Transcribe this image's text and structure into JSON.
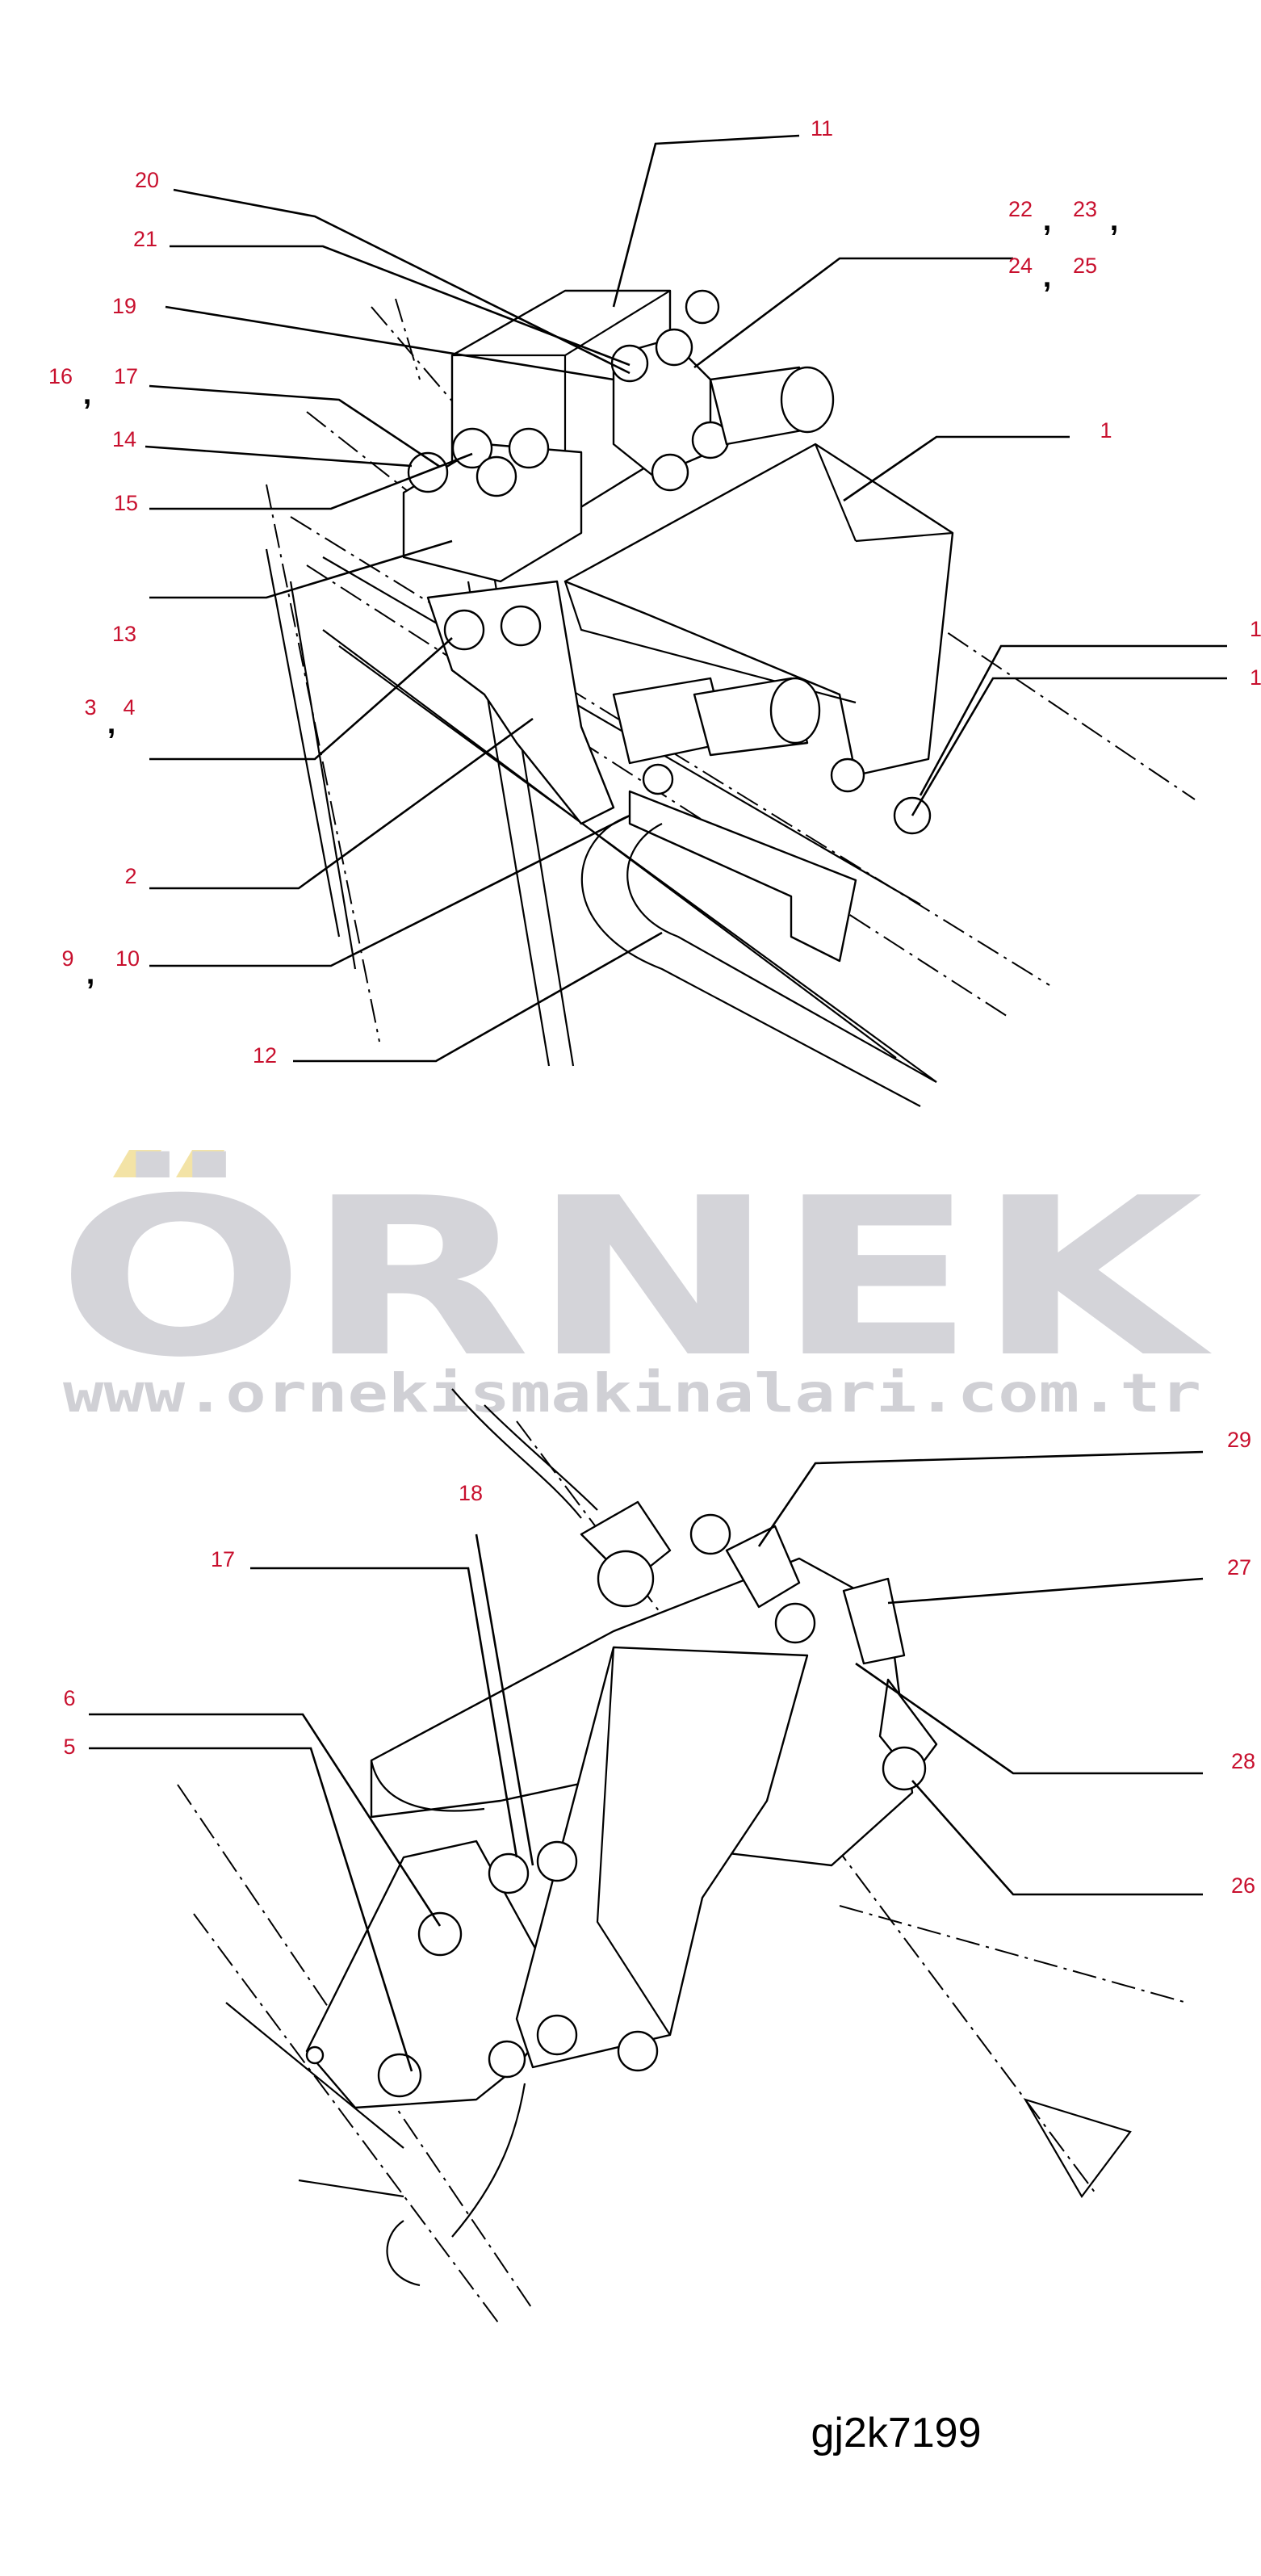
{
  "watermark": {
    "brand": "ÖRNEK",
    "url": "www.ornekismakinalari.com.tr",
    "accent_color": "#f3e3a6",
    "text_color": "#d4d4d9"
  },
  "drawing_ref": "gj2k7199",
  "colors": {
    "callout": "#c8102e",
    "line": "#000000"
  },
  "callouts": [
    {
      "id": "c11",
      "label": "11"
    },
    {
      "id": "c20",
      "label": "20"
    },
    {
      "id": "c22",
      "label": "22"
    },
    {
      "id": "c23",
      "label": "23"
    },
    {
      "id": "c21",
      "label": "21"
    },
    {
      "id": "c24",
      "label": "24"
    },
    {
      "id": "c25",
      "label": "25"
    },
    {
      "id": "c19",
      "label": "19"
    },
    {
      "id": "c16",
      "label": "16"
    },
    {
      "id": "c17",
      "label": "17"
    },
    {
      "id": "c1",
      "label": "1"
    },
    {
      "id": "c14",
      "label": "14"
    },
    {
      "id": "c15",
      "label": "15"
    },
    {
      "id": "c13",
      "label": "13"
    },
    {
      "id": "c1a",
      "label": "1"
    },
    {
      "id": "c1b",
      "label": "1"
    },
    {
      "id": "c3",
      "label": "3"
    },
    {
      "id": "c4",
      "label": "4"
    },
    {
      "id": "c2",
      "label": "2"
    },
    {
      "id": "c9",
      "label": "9"
    },
    {
      "id": "c10",
      "label": "10"
    },
    {
      "id": "c12",
      "label": "12"
    },
    {
      "id": "c29",
      "label": "29"
    },
    {
      "id": "c18",
      "label": "18"
    },
    {
      "id": "c17b",
      "label": "17"
    },
    {
      "id": "c27",
      "label": "27"
    },
    {
      "id": "c6",
      "label": "6"
    },
    {
      "id": "c5",
      "label": "5"
    },
    {
      "id": "c28",
      "label": "28"
    },
    {
      "id": "c26",
      "label": "26"
    }
  ]
}
